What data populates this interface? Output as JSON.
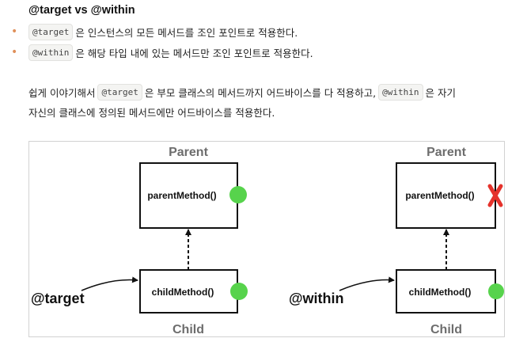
{
  "heading": "@target vs @within",
  "bullets": [
    {
      "code": "@target",
      "text": "은 인스턴스의 모든 메서드를 조인 포인트로 적용한다."
    },
    {
      "code": "@within",
      "text": "은 해당 타입 내에 있는 메서드만 조인 포인트로 적용한다."
    }
  ],
  "paragraph": {
    "line1_a": "쉽게 이야기해서",
    "line1_code1": "@target",
    "line1_b": "은 부모 클래스의 메서드까지 어드바이스를 다 적용하고,",
    "line1_code2": "@within",
    "line1_c": "은 자기",
    "line2": "자신의 클래스에 정의된 메서드에만 어드바이스를 적용한다."
  },
  "diagram": {
    "left": {
      "parent_title": "Parent",
      "parent_method": "parentMethod()",
      "child_method": "childMethod()",
      "child_title": "Child",
      "pointer_label": "@target",
      "parent_status": "applied",
      "child_status": "applied"
    },
    "right": {
      "parent_title": "Parent",
      "parent_method": "parentMethod()",
      "child_method": "childMethod()",
      "child_title": "Child",
      "pointer_label": "@within",
      "parent_status": "not-applied",
      "child_status": "applied"
    },
    "colors": {
      "applied": "#57d34c",
      "not_applied": "#e5322b",
      "title": "#6d6d6d"
    }
  }
}
